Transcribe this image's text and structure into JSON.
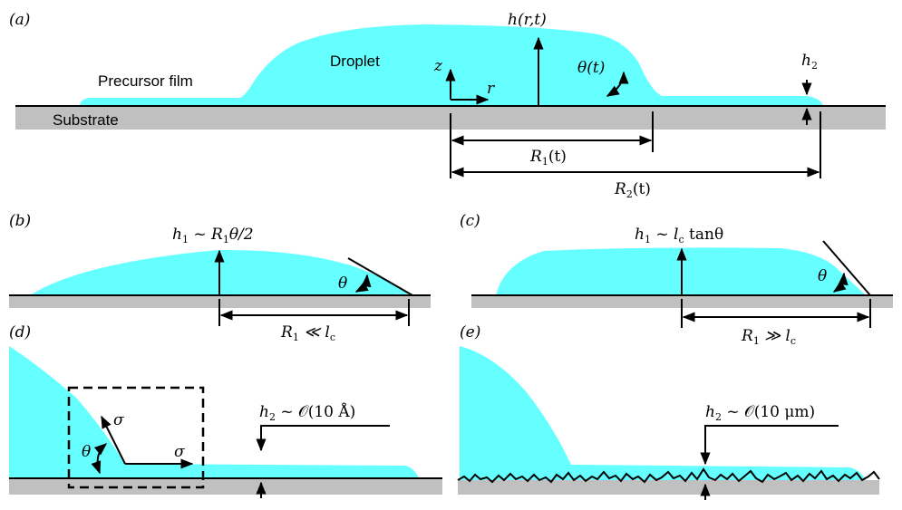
{
  "colors": {
    "liquid": "#66ffff",
    "substrate": "#c0c0c0",
    "line": "#000000",
    "background": "#ffffff"
  },
  "panels": {
    "a": {
      "label": "(a)",
      "precursor": "Precursor film",
      "droplet": "Droplet",
      "substrate": "Substrate",
      "height": "h(r,t)",
      "angle": "θ(t)",
      "axis_z": "z",
      "axis_r": "r",
      "h2": "h",
      "h2_sub": "2",
      "R1": "R",
      "R1_sub": "1",
      "R1_arg": "(t)",
      "R2": "R",
      "R2_sub": "2",
      "R2_arg": "(t)"
    },
    "b": {
      "label": "(b)",
      "h1": "h",
      "h1_sub": "1",
      "h1_rel": " ~ R",
      "h1_rel_sub": "1",
      "h1_rel_tail": "θ/2",
      "theta": "θ",
      "R1": "R",
      "R1_sub": "1",
      "R1_rel": " ≪ l",
      "R1_rel_sub": "c"
    },
    "c": {
      "label": "(c)",
      "h1": "h",
      "h1_sub": "1",
      "h1_rel": " ~ l",
      "h1_rel_sub": "c",
      "h1_rel_tail": " tanθ",
      "theta": "θ",
      "R1": "R",
      "R1_sub": "1",
      "R1_rel": " ≫ l",
      "R1_rel_sub": "c"
    },
    "d": {
      "label": "(d)",
      "sigma1": "σ",
      "sigma2": "σ",
      "theta": "θ",
      "h2": "h",
      "h2_sub": "2",
      "h2_rel": " ~ 𝒪(10 Å)"
    },
    "e": {
      "label": "(e)",
      "h2": "h",
      "h2_sub": "2",
      "h2_rel": " ~ 𝒪(10 μm)"
    }
  }
}
